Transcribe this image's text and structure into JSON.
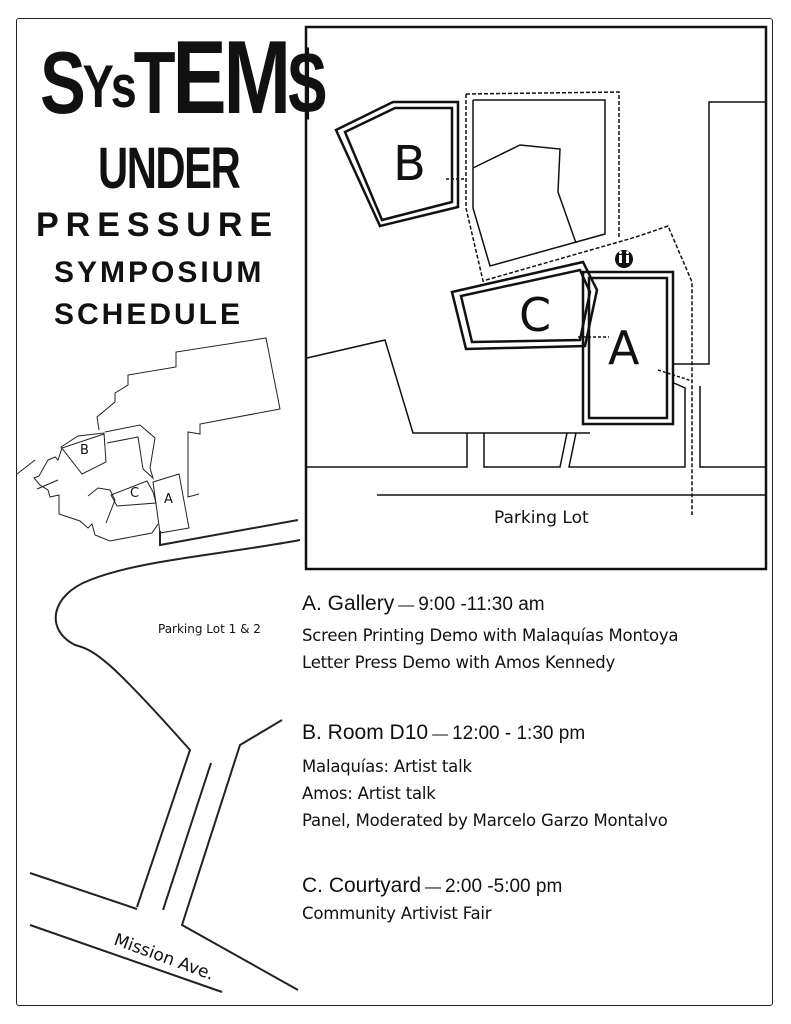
{
  "title": {
    "line1_parts": [
      "S",
      "Y",
      "s",
      "T",
      "EM",
      "$"
    ],
    "line2": "UNDER",
    "line3": "PRESSURE",
    "line4": "SYMPOSIUM",
    "line5": "SCHEDULE"
  },
  "campus_map": {
    "parking_label": "Parking Lot",
    "restroom_icon": "restroom-icon",
    "buildings": [
      {
        "id": "A",
        "label": "A"
      },
      {
        "id": "B",
        "label": "B"
      },
      {
        "id": "C",
        "label": "C"
      }
    ]
  },
  "area_map": {
    "parking_label": "Parking Lot 1 & 2",
    "street_label": "Mission Ave.",
    "buildings": [
      {
        "id": "A",
        "label": "A"
      },
      {
        "id": "B",
        "label": "B"
      },
      {
        "id": "C",
        "label": "C"
      }
    ]
  },
  "schedule": [
    {
      "location": "A. Gallery",
      "dash": "—",
      "time": "9:00 -11:30 am",
      "items": [
        "Screen Printing Demo with Malaquías Montoya",
        "Letter Press Demo with Amos Kennedy"
      ]
    },
    {
      "location": "B. Room D10",
      "dash": "—",
      "time": "12:00 - 1:30 pm",
      "items": [
        "Malaquías: Artist talk",
        "Amos: Artist talk",
        "Panel, Moderated by Marcelo Garzo Montalvo"
      ]
    },
    {
      "location": "C. Courtyard",
      "dash": "—",
      "time": "2:00 -5:00 pm",
      "items": [
        "Community Artivist Fair"
      ]
    }
  ]
}
